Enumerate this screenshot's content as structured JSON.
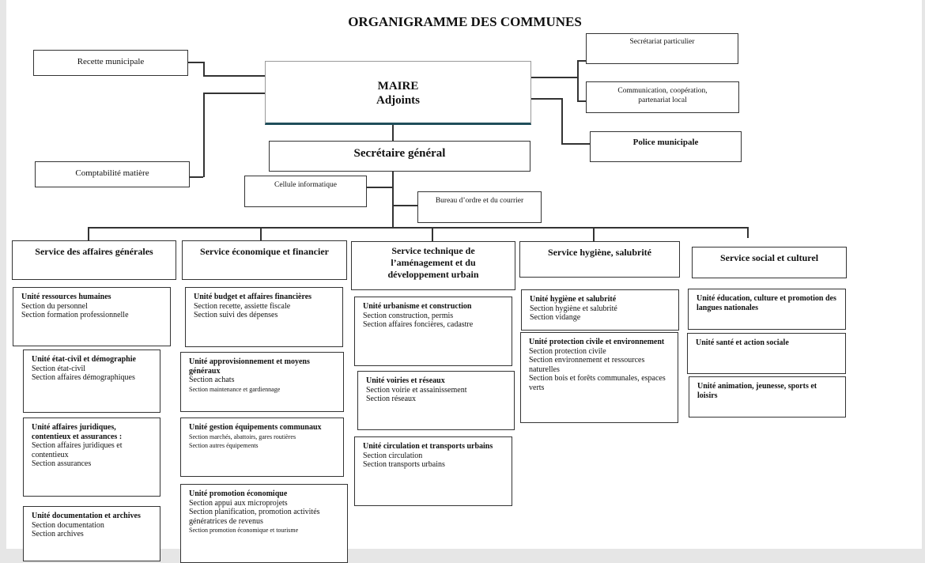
{
  "title": "ORGANIGRAMME DES COMMUNES",
  "top": {
    "recette": "Recette municipale",
    "comptabilite": "Comptabilité matière",
    "maire": "MAIRE",
    "adjoints": "Adjoints",
    "secretaire": "Secrétaire général",
    "cellule": "Cellule informatique",
    "bureau": "Bureau d’ordre et du courrier",
    "secretariat": "Secrétariat particulier",
    "communication": "Communication, coopération, partenariat local",
    "police": "Police municipale"
  },
  "services": [
    {
      "name": "Service des affaires générales",
      "units": [
        {
          "title": "Unité ressources humaines",
          "sections": [
            "Section du personnel",
            "Section formation professionnelle"
          ]
        },
        {
          "title": "Unité état-civil et démographie",
          "sections": [
            "Section état-civil",
            "Section affaires démographiques"
          ]
        },
        {
          "title": "Unité affaires juridiques, contentieux et assurances :",
          "sections": [
            "Section affaires juridiques et contentieux",
            "Section assurances"
          ]
        },
        {
          "title": "Unité documentation et archives",
          "sections": [
            "Section documentation",
            "Section archives"
          ]
        }
      ]
    },
    {
      "name": "Service économique et financier",
      "units": [
        {
          "title": "Unité budget et affaires financières",
          "sections": [
            "Section recette, assiette fiscale",
            "Section suivi des dépenses"
          ]
        },
        {
          "title": "Unité approvisionnement et moyens généraux",
          "sections": [
            "Section achats",
            "Section maintenance et gardiennage"
          ]
        },
        {
          "title": "Unité gestion équipements communaux",
          "sections": [
            "Section marchés, abattoirs, gares routières",
            "Section autres équipements"
          ]
        },
        {
          "title": "Unité promotion économique",
          "sections": [
            "Section appui aux microprojets",
            "Section planification, promotion activités génératrices de revenus",
            "Section promotion économique et tourisme"
          ]
        }
      ]
    },
    {
      "name": "Service technique de l’aménagement et du développement urbain",
      "units": [
        {
          "title": "Unité urbanisme et construction",
          "sections": [
            "Section construction, permis",
            "Section affaires foncières, cadastre"
          ]
        },
        {
          "title": "Unité voiries et réseaux",
          "sections": [
            "Section voirie et assainissement",
            "Section réseaux"
          ]
        },
        {
          "title": "Unité circulation et transports urbains",
          "sections": [
            "Section circulation",
            "Section transports urbains"
          ]
        }
      ]
    },
    {
      "name": "Service hygiène, salubrité",
      "units": [
        {
          "title": "Unité hygiène et salubrité",
          "sections": [
            "Section hygiène et salubrité",
            "Section vidange"
          ]
        },
        {
          "title": "Unité protection civile et environnement",
          "sections": [
            "Section protection civile",
            "Section environnement et ressources naturelles",
            "Section bois et forêts communales, espaces verts"
          ]
        }
      ]
    },
    {
      "name": "Service social et culturel",
      "units": [
        {
          "title": "Unité éducation, culture et promotion des langues nationales",
          "sections": []
        },
        {
          "title": "Unité santé et action sociale",
          "sections": []
        },
        {
          "title": "Unité animation, jeunesse, sports et loisirs",
          "sections": []
        }
      ]
    }
  ],
  "colors": {
    "maire_accent": "#1f4e5a"
  }
}
